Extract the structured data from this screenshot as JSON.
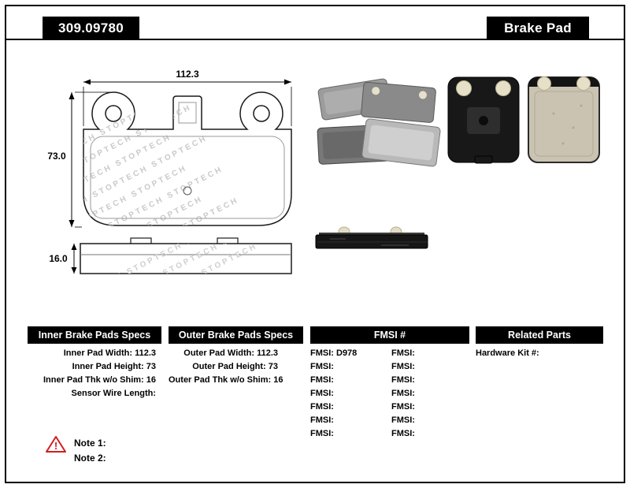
{
  "header": {
    "part_number": "309.09780",
    "product_type": "Brake Pad"
  },
  "drawing": {
    "width_dim": "112.3",
    "height_dim": "73.0",
    "thickness_dim": "16.0",
    "watermark_row": "STOPTECH   STOPTECH   STOPTECH"
  },
  "tables": {
    "inner": {
      "header": "Inner Brake Pads Specs",
      "rows": [
        "Inner Pad Width: 112.3",
        "Inner Pad Height: 73",
        "Inner Pad Thk w/o Shim: 16",
        "Sensor Wire Length:"
      ]
    },
    "outer": {
      "header": "Outer Brake Pads Specs",
      "rows": [
        "Outer Pad Width: 112.3",
        "Outer Pad Height: 73",
        "Outer Pad Thk w/o Shim: 16"
      ]
    },
    "fmsi": {
      "header": "FMSI #",
      "left_rows": [
        "FMSI: D978",
        "FMSI:",
        "FMSI:",
        "FMSI:",
        "FMSI:",
        "FMSI:",
        "FMSI:"
      ],
      "right_rows": [
        "FMSI:",
        "FMSI:",
        "FMSI:",
        "FMSI:",
        "FMSI:",
        "FMSI:",
        "FMSI:"
      ]
    },
    "related": {
      "header": "Related Parts",
      "rows": [
        "Hardware Kit #:"
      ]
    }
  },
  "notes": {
    "warning_symbol": "!",
    "note1": "Note 1:",
    "note2": "Note 2:"
  }
}
